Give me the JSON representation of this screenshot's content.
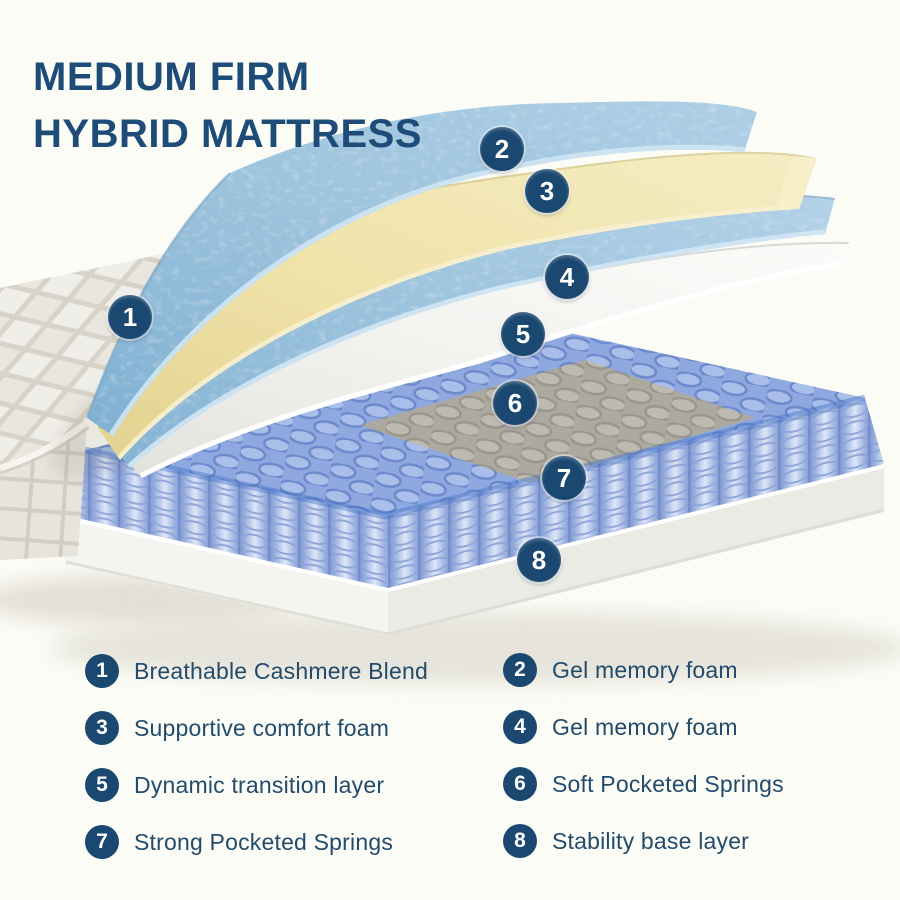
{
  "title": {
    "line1": "MEDIUM FIRM",
    "line2": "HYBRID MATTRESS"
  },
  "colors": {
    "background": "#fcfcf6",
    "title_navy": "#1d4c78",
    "badge_navy": "#1a4870",
    "legend_text": "#234b6b",
    "foam_blue": "#9dc3dd",
    "foam_yellow": "#f0e3a9",
    "sheet_white": "#f3f3f0",
    "spring_blue": "#7e9ad8",
    "spring_gray": "#b5b2aa",
    "base_white": "#f5f5f1"
  },
  "diagram": {
    "badges": [
      {
        "num": "1"
      },
      {
        "num": "2"
      },
      {
        "num": "3"
      },
      {
        "num": "4"
      },
      {
        "num": "5"
      },
      {
        "num": "6"
      },
      {
        "num": "7"
      },
      {
        "num": "8"
      }
    ]
  },
  "legend": {
    "items": [
      {
        "num": "1",
        "label": "Breathable Cashmere Blend"
      },
      {
        "num": "2",
        "label": "Gel memory foam"
      },
      {
        "num": "3",
        "label": "Supportive comfort foam"
      },
      {
        "num": "4",
        "label": "Gel memory foam"
      },
      {
        "num": "5",
        "label": "Dynamic transition layer"
      },
      {
        "num": "6",
        "label": "Soft Pocketed Springs"
      },
      {
        "num": "7",
        "label": "Strong Pocketed Springs"
      },
      {
        "num": "8",
        "label": "Stability base layer"
      }
    ]
  }
}
